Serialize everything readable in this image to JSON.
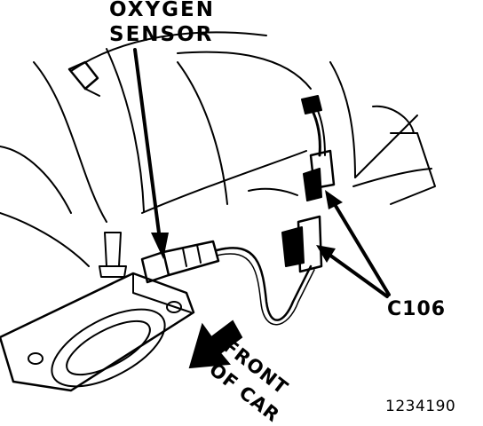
{
  "labels": {
    "oxygen_line1": "OXYGEN",
    "oxygen_line2": "SENSOR",
    "connector": "C106",
    "front_line1": "FRONT",
    "front_line2": "OF CAR",
    "figure_id": "1234190"
  },
  "colors": {
    "ink": "#000000",
    "paper": "#ffffff"
  }
}
